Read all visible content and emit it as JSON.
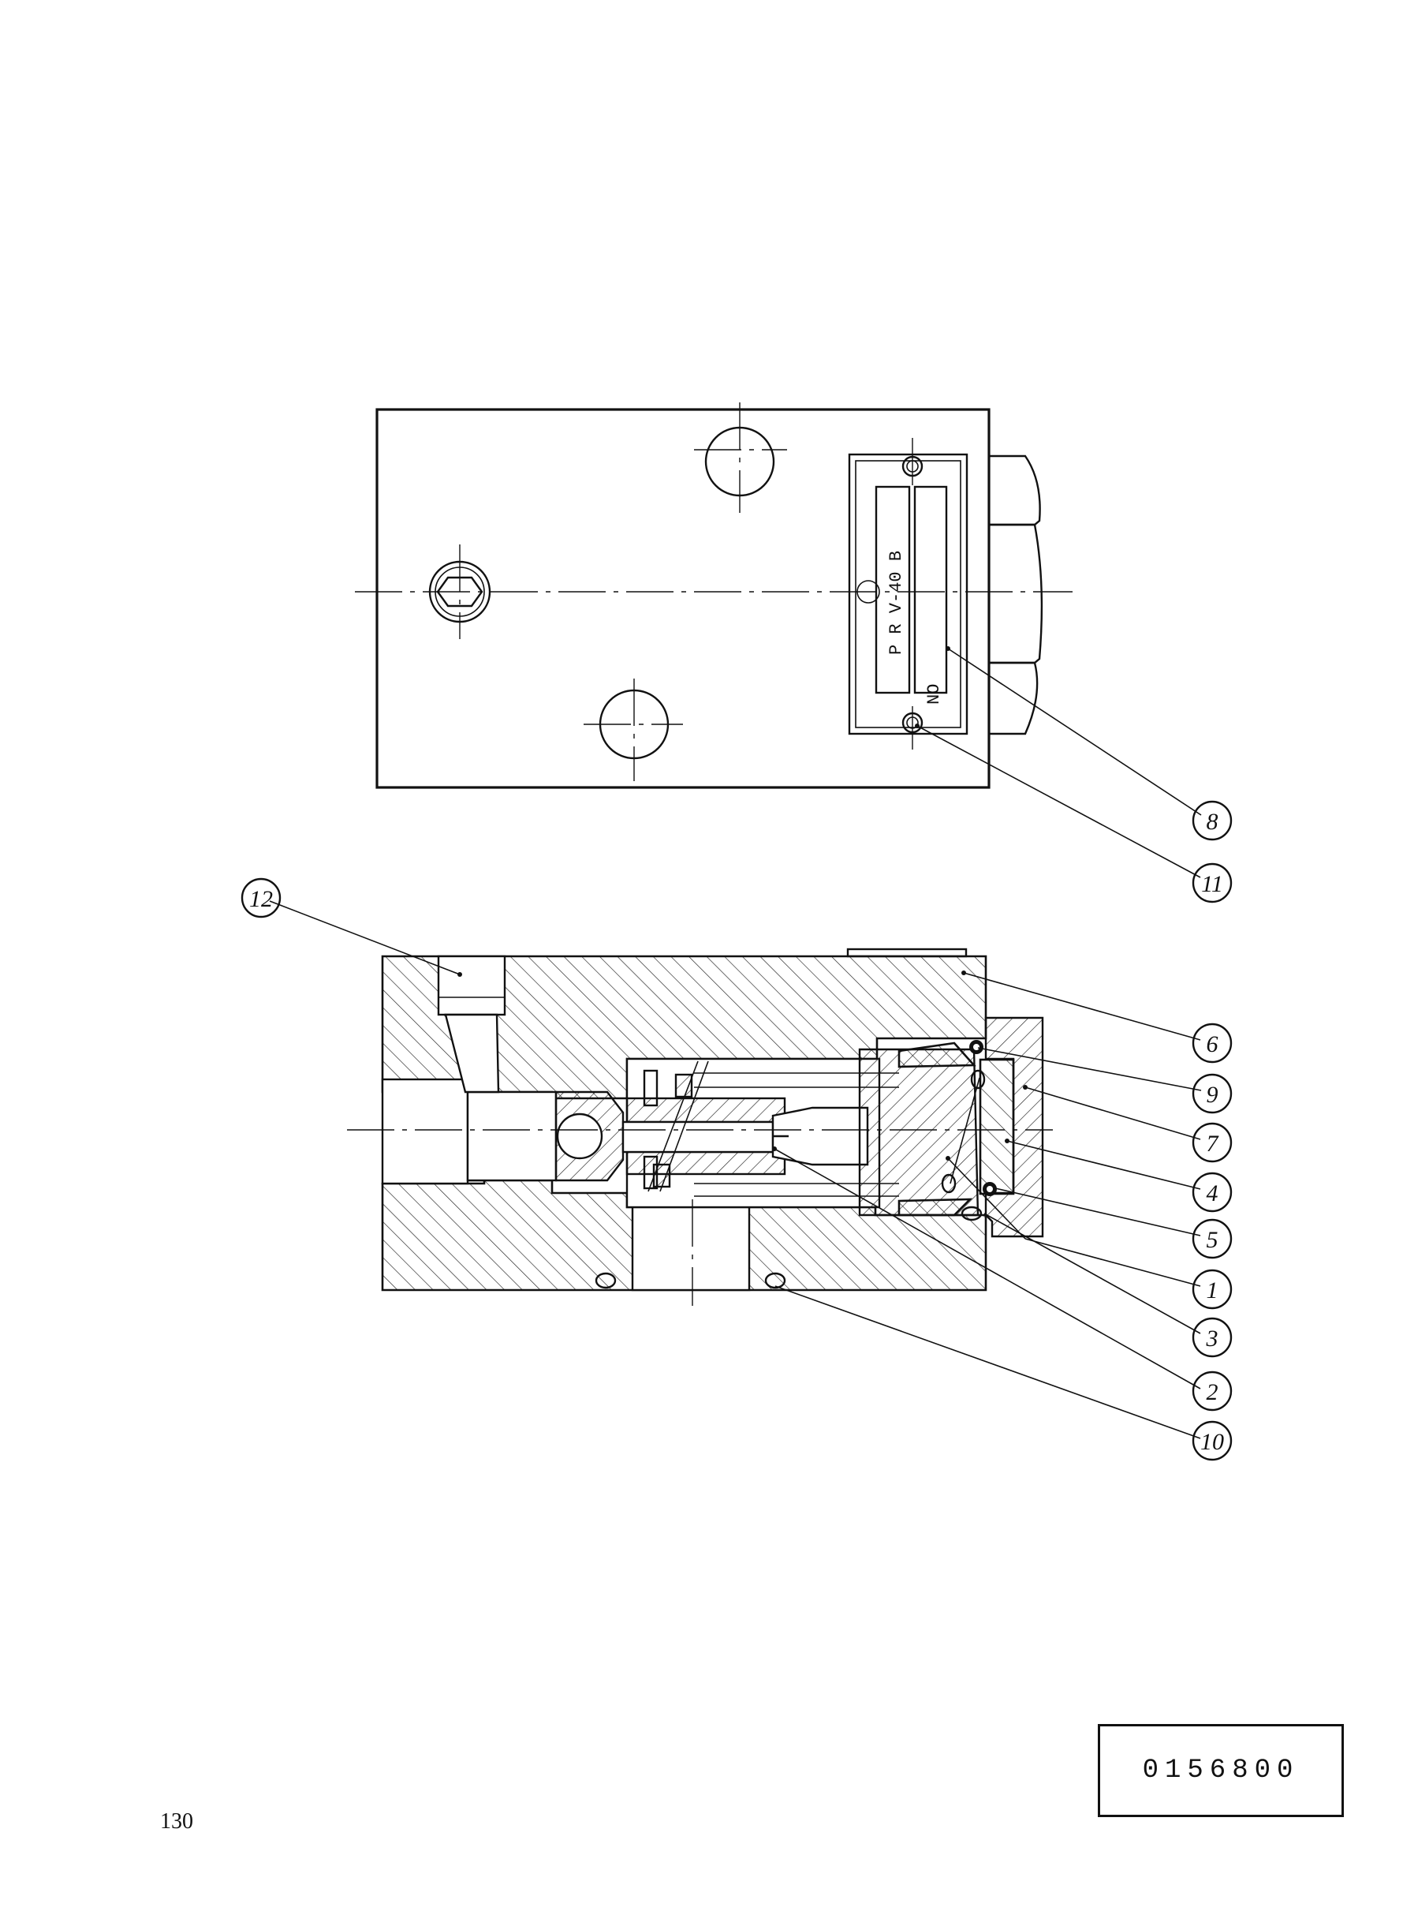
{
  "nameplate": {
    "model_text": "P R V-40 B",
    "number_label": "NO"
  },
  "callouts": [
    {
      "id": "callout-8",
      "label": "8"
    },
    {
      "id": "callout-11",
      "label": "11"
    },
    {
      "id": "callout-12",
      "label": "12"
    },
    {
      "id": "callout-6",
      "label": "6"
    },
    {
      "id": "callout-9",
      "label": "9"
    },
    {
      "id": "callout-7",
      "label": "7"
    },
    {
      "id": "callout-4",
      "label": "4"
    },
    {
      "id": "callout-5",
      "label": "5"
    },
    {
      "id": "callout-1",
      "label": "1"
    },
    {
      "id": "callout-3",
      "label": "3"
    },
    {
      "id": "callout-2",
      "label": "2"
    },
    {
      "id": "callout-10",
      "label": "10"
    }
  ],
  "drawing_number": "0156800",
  "page_number": "130"
}
